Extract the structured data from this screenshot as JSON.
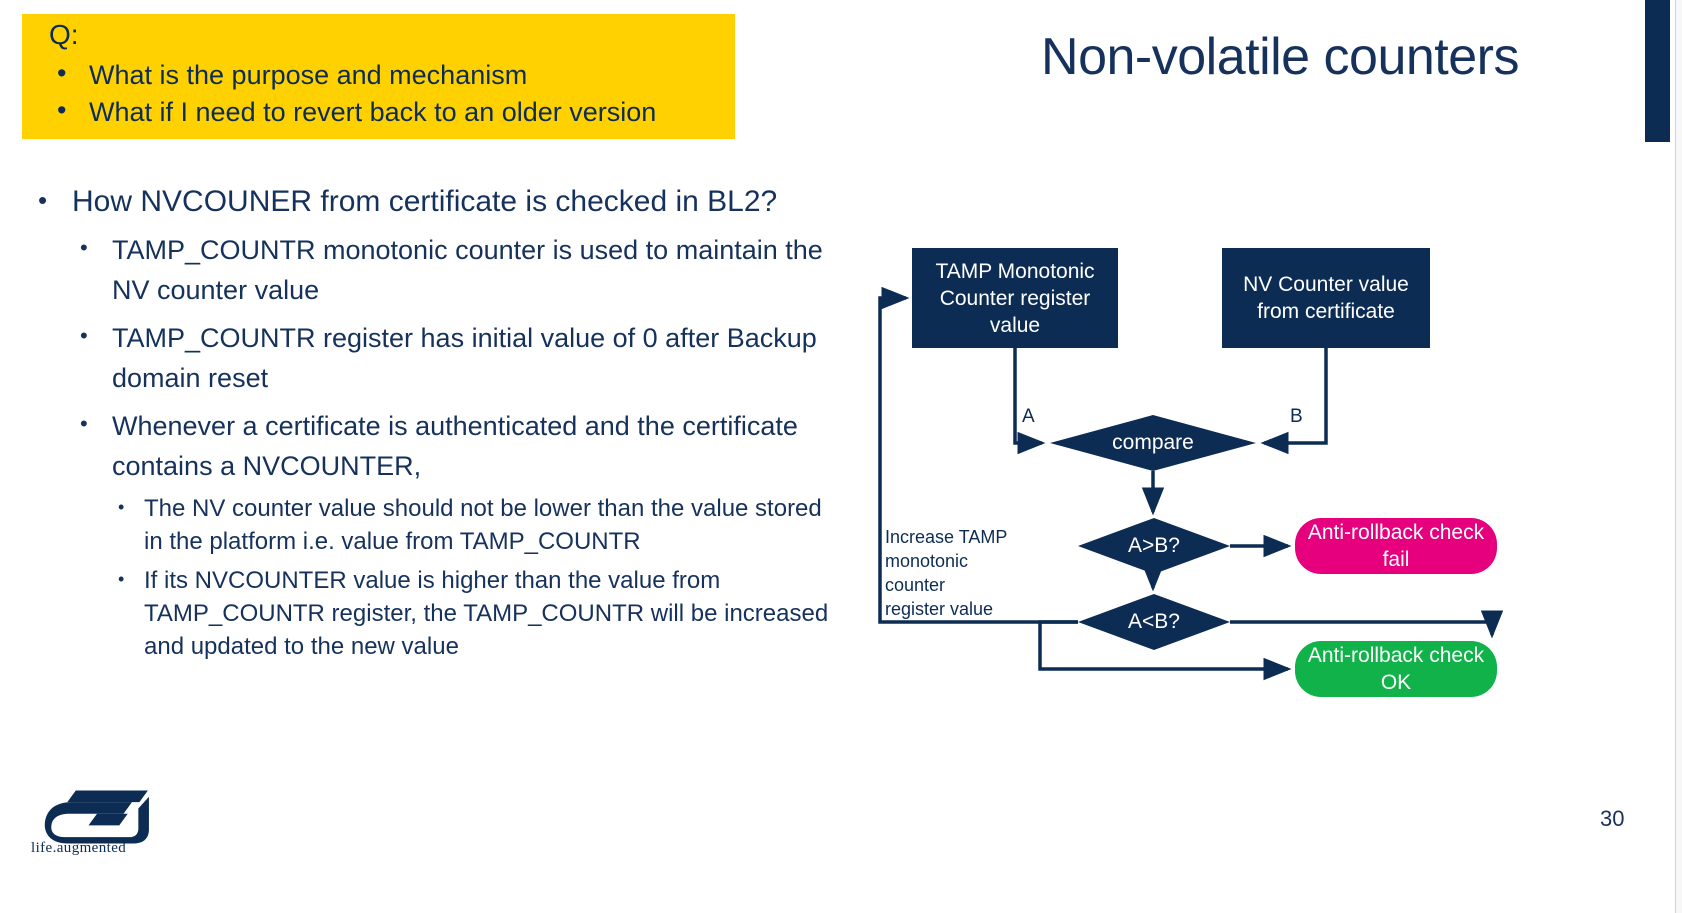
{
  "slide": {
    "title": "Non-volatile counters",
    "page_number": "30",
    "accent_color": "#0d2c54",
    "highlight_color": "#FFD100",
    "text_color": "#16325c"
  },
  "question_box": {
    "label": "Q:",
    "items": [
      "What is the purpose and mechanism",
      "What if I need to revert back to an older version"
    ]
  },
  "body": {
    "level1": "How NVCOUNER from certificate is checked in BL2?",
    "level2": [
      "TAMP_COUNTR monotonic counter is used to maintain the NV counter value",
      "TAMP_COUNTR register has initial value of 0 after Backup domain reset",
      "Whenever a certificate is authenticated and the certificate contains a NVCOUNTER,"
    ],
    "level3": [
      "The NV counter value should not be lower than the value stored in the platform i.e. value from TAMP_COUNTR",
      "If its NVCOUNTER value is higher than the value from TAMP_COUNTR register, the TAMP_COUNTR will be increased and updated to the new value"
    ]
  },
  "flowchart": {
    "boxes": {
      "tamp": "TAMP Monotonic Counter register value",
      "nv_counter": "NV Counter value from certificate"
    },
    "decisions": {
      "compare": "compare",
      "a_gt_b": "A>B?",
      "a_lt_b": "A<B?"
    },
    "edge_labels": {
      "a": "A",
      "b": "B"
    },
    "side_note": "Increase TAMP monotonic counter register value",
    "outcomes": {
      "fail": "Anti-rollback check fail",
      "ok": "Anti-rollback check OK"
    },
    "colors": {
      "box": "#0d2c54",
      "fail": "#E6007E",
      "ok": "#12B24B",
      "connector": "#0d2c54"
    }
  },
  "footer": {
    "brand_tagline": "life.augmented",
    "logo_name": "st-logo"
  }
}
